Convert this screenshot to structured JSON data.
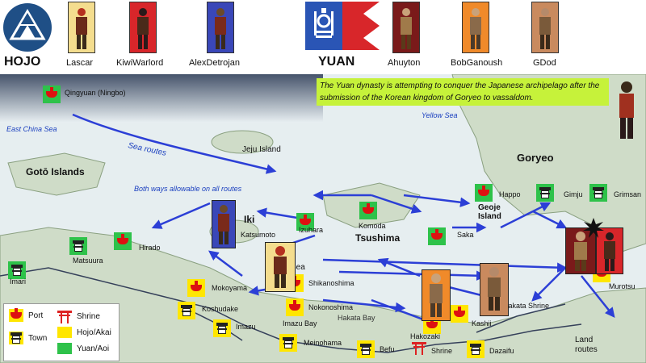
{
  "header": {
    "factions": {
      "hojo": {
        "label": "HOJO"
      },
      "yuan": {
        "label": "YUAN"
      }
    },
    "players": [
      {
        "name": "Lascar",
        "color": "#f4dd8e"
      },
      {
        "name": "KiwiWarlord",
        "color": "#d8262a"
      },
      {
        "name": "AlexDetrojan",
        "color": "#3a47b8"
      },
      {
        "name": "Ahuyton",
        "color": "#7a1a1a"
      },
      {
        "name": "BobGanoush",
        "color": "#f08a2a"
      },
      {
        "name": "GDod",
        "color": "#c98a5e"
      }
    ]
  },
  "map": {
    "info_text": "The Yuan dynasty is attempting to conquer the Japanese archipelago after the submission of the Korean kingdom of Goryeo to vassaldom.",
    "seas": {
      "east_china": "East China Sea",
      "yellow": "Yellow Sea",
      "sea_routes": "Sea routes",
      "both_ways": "Both ways allowable on all routes",
      "land_routes": "Land routes",
      "hakata_bay": "Hakata Bay",
      "genkai_fragment": "Sea"
    },
    "regions": {
      "jeju": "Jeju Island",
      "goto": "Gotō Islands",
      "goryeo": "Goryeo",
      "iki": "Iki",
      "tsushima": "Tsushima",
      "geoje": "Geoje Island"
    },
    "locations": {
      "qingyuan": "Qingyuan (Ningbo)",
      "happo": "Happo",
      "gimju": "Gimju",
      "grimsan": "Grimsan",
      "izuhara": "Izuhara",
      "komoda": "Komoda",
      "saka": "Saka",
      "katsumoto": "Katsumoto",
      "hirado": "Hirado",
      "matsuura": "Matsuura",
      "imari": "Imari",
      "mokoyama": "Mokoyama",
      "shikanoshima": "Shikanoshima",
      "nokonoshima": "Nokonoshima",
      "koshudake": "Koshudake",
      "imazu": "Imazu",
      "imazu_bay": "Imazu Bay",
      "meinohama": "Meinohama",
      "befu": "Befu",
      "hakozaki": "Hakozaki",
      "shrine": "Shrine",
      "dazaifu": "Dazaifu",
      "kashii": "Kashii",
      "munakata": "Munakata Shrine",
      "murotsu": "Murotsu"
    },
    "legend": {
      "port": "Port",
      "town": "Town",
      "shrine": "Shrine",
      "hojo": "Hojo/Akai",
      "yuan": "Yuan/Aoi"
    },
    "colors": {
      "hojo": "#ffe600",
      "yuan": "#2ec24a",
      "route": "#2c3fd6"
    }
  }
}
